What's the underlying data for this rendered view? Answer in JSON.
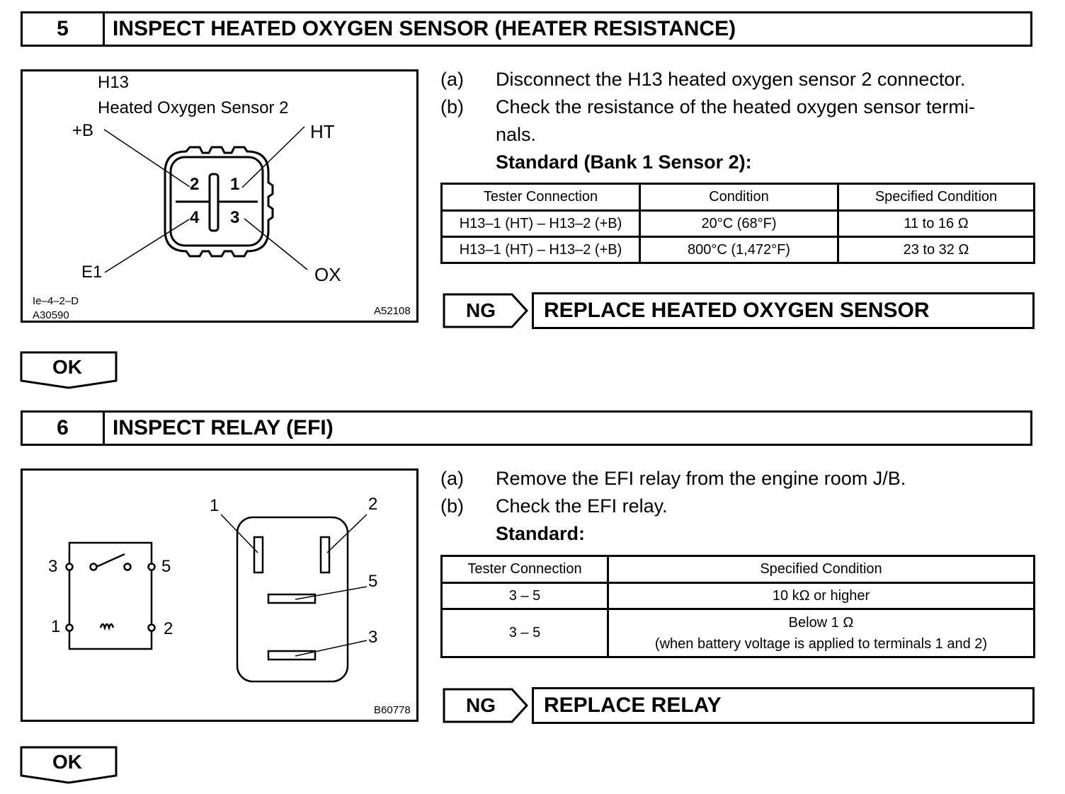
{
  "step5": {
    "number": "5",
    "title": "INSPECT HEATED OXYGEN SENSOR (HEATER RESISTANCE)",
    "figure": {
      "connector_id": "H13",
      "connector_name": "Heated Oxygen Sensor 2",
      "label_plus_b": "+B",
      "label_ht": "HT",
      "label_e1": "E1",
      "label_ox": "OX",
      "pin1": "1",
      "pin2": "2",
      "pin3": "3",
      "pin4": "4",
      "code_left_1": "Ie–4–2–D",
      "code_left_2": "A30590",
      "code_right": "A52108"
    },
    "instructions": [
      {
        "label": "(a)",
        "text": "Disconnect the H13 heated oxygen sensor 2 connector."
      },
      {
        "label": "(b)",
        "text": "Check the resistance of the heated oxygen sensor termi-",
        "cont": "nals."
      }
    ],
    "standard_label": "Standard (Bank 1 Sensor 2):",
    "table": {
      "headers": [
        "Tester Connection",
        "Condition",
        "Specified Condition"
      ],
      "rows": [
        [
          "H13–1 (HT) – H13–2 (+B)",
          "20°C (68°F)",
          "11 to 16 Ω"
        ],
        [
          "H13–1 (HT) – H13–2 (+B)",
          "800°C (1,472°F)",
          "23 to 32 Ω"
        ]
      ]
    },
    "ng_label": "NG",
    "ng_action": "REPLACE HEATED OXYGEN SENSOR",
    "ok_label": "OK"
  },
  "step6": {
    "number": "6",
    "title": "INSPECT RELAY (EFI)",
    "figure": {
      "t3": "3",
      "t5": "5",
      "t1": "1",
      "t2": "2",
      "p1": "1",
      "p2": "2",
      "p5": "5",
      "p3": "3",
      "code_right": "B60778"
    },
    "instructions": [
      {
        "label": "(a)",
        "text": "Remove the EFI relay from the engine room J/B."
      },
      {
        "label": "(b)",
        "text": "Check the EFI relay."
      }
    ],
    "standard_label": "Standard:",
    "table": {
      "headers": [
        "Tester Connection",
        "Specified Condition"
      ],
      "rows": [
        [
          "3 – 5",
          "10 kΩ or higher"
        ],
        [
          "3 – 5",
          "Below 1 Ω",
          "(when battery voltage is applied to terminals 1 and 2)"
        ]
      ]
    },
    "ng_label": "NG",
    "ng_action": "REPLACE RELAY",
    "ok_label": "OK"
  }
}
